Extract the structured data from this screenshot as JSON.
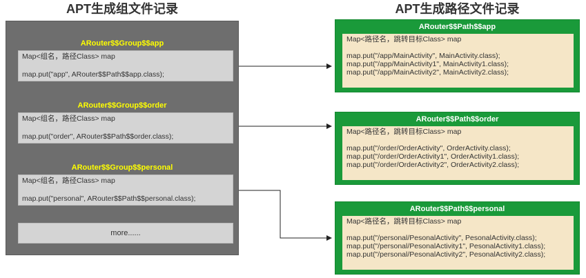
{
  "group_title": "APT生成组文件记录",
  "path_title": "APT生成路径文件记录",
  "groups": [
    {
      "name": "ARouter$$Group$$app",
      "map_decl": "Map<组名，路径Class> map",
      "put_line": "map.put(\"app\", ARouter$$Path$$app.class);"
    },
    {
      "name": "ARouter$$Group$$order",
      "map_decl": "Map<组名，路径Class> map",
      "put_line": "map.put(\"order\", ARouter$$Path$$order.class);"
    },
    {
      "name": "ARouter$$Group$$personal",
      "map_decl": "Map<组名，路径Class> map",
      "put_line": "map.put(\"personal\", ARouter$$Path$$personal.class);"
    }
  ],
  "more_label": "more......",
  "paths": [
    {
      "name": "ARouter$$Path$$app",
      "map_decl": "Map<路径名，跳转目标Class> map",
      "lines": [
        "map.put(\"/app/MainActivity\", MainActivity.class);",
        "map.put(\"/app/MainActivity1\", MainActivity1.class);",
        "map.put(\"/app/MainActivity2\", MainActivity2.class);"
      ]
    },
    {
      "name": "ARouter$$Path$$order",
      "map_decl": "Map<路径名，跳转目标Class> map",
      "lines": [
        "map.put(\"/order/OrderActivity\", OrderActivity.class);",
        "map.put(\"/order/OrderActivity1\", OrderActivity1.class);",
        "map.put(\"/order/OrderActivity2\", OrderActivity2.class);"
      ]
    },
    {
      "name": "ARouter$$Path$$personal",
      "map_decl": "Map<路径名，跳转目标Class> map",
      "lines": [
        "map.put(\"/personal/PesonalActivity\", PesonalActivity.class);",
        "map.put(\"/personal/PesonalActivity1\", PesonalActivity1.class);",
        "map.put(\"/personal/PesonalActivity2\", PesonalActivity2.class);"
      ]
    }
  ],
  "colors": {
    "group_panel": "#6e6e6e",
    "group_header_text": "#ffff00",
    "path_panel": "#1a9a3a",
    "path_box": "#f5e6c7",
    "arrow": "#222222"
  }
}
